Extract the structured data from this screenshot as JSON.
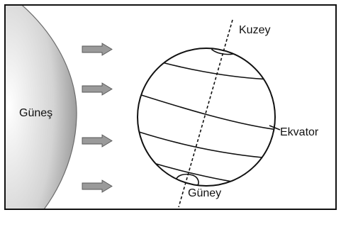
{
  "labels": {
    "sun": "Güneş",
    "north": "Kuzey",
    "equator": "Ekvator",
    "south": "Güney"
  }
}
